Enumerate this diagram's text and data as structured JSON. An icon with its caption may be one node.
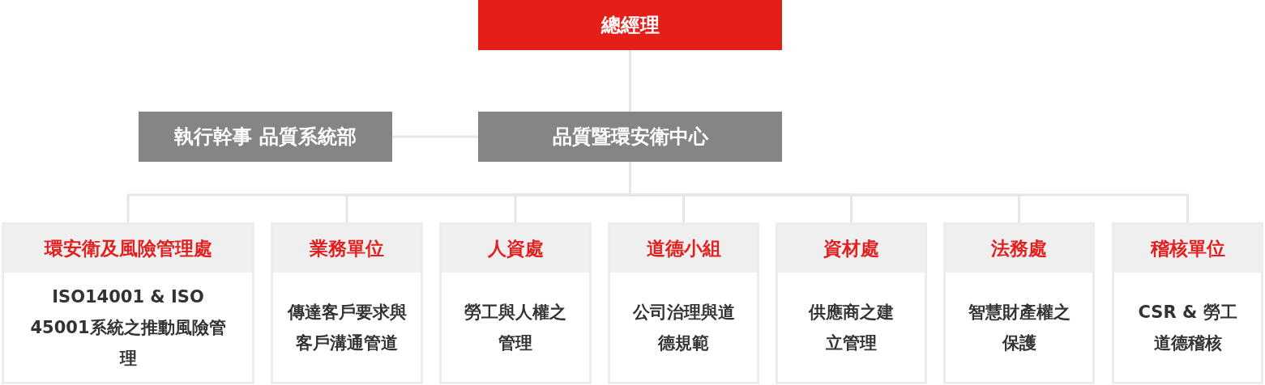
{
  "diagram": {
    "nodes": [
      {
        "text": [
          "總經理"
        ]
      },
      {
        "text": [
          "執行幹事 品質系統部"
        ]
      },
      {
        "text": [
          "品質暨環安衛中心"
        ]
      },
      {
        "text": [
          "環安衛及風險管理處",
          "ISO14001 & ISO 45001系統之推動風險管理"
        ]
      },
      {
        "text": [
          "業務單位",
          "傳達客戶要求與客戶溝通管道"
        ]
      },
      {
        "text": [
          "人資處",
          "勞工與人權之管理"
        ]
      },
      {
        "text": [
          "道德小組",
          "公司治理與道德規範"
        ]
      },
      {
        "text": [
          "資材處",
          "供應商之建立管理"
        ]
      },
      {
        "text": [
          "法務處",
          "智慧財產權之保護"
        ]
      },
      {
        "text": [
          "稽核單位",
          "CSR & 勞工道德稽核"
        ]
      }
    ],
    "edges": [
      {
        "from": 0,
        "to": 2,
        "arrow": "none"
      },
      {
        "from": 2,
        "to": 1,
        "arrow": "none"
      },
      {
        "from": 2,
        "to": 3,
        "arrow": "none"
      },
      {
        "from": 2,
        "to": 4,
        "arrow": "none"
      },
      {
        "from": 2,
        "to": 5,
        "arrow": "none"
      },
      {
        "from": 2,
        "to": 6,
        "arrow": "none"
      },
      {
        "from": 2,
        "to": 7,
        "arrow": "none"
      },
      {
        "from": 2,
        "to": 8,
        "arrow": "none"
      },
      {
        "from": 2,
        "to": 9,
        "arrow": "none"
      }
    ]
  }
}
